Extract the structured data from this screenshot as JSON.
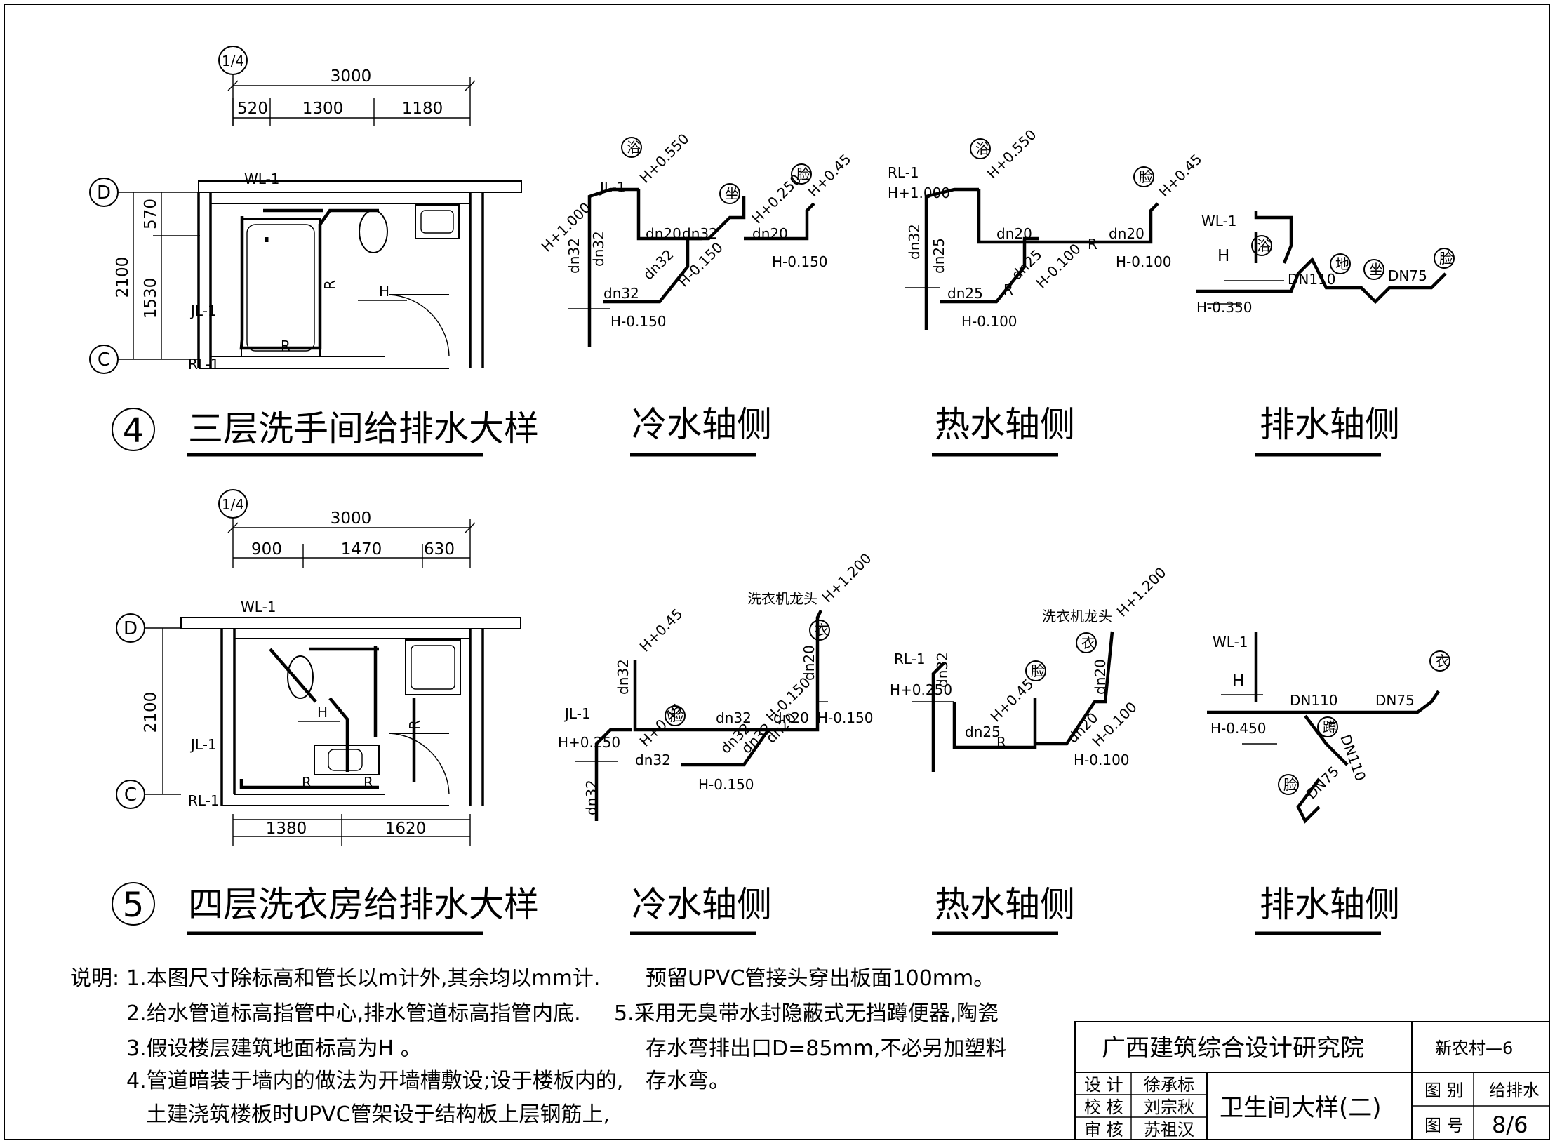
{
  "frame": {},
  "detail4": {
    "grid_label": "1/4",
    "dim_total": "3000",
    "dims_top": [
      "520",
      "1300",
      "1180"
    ],
    "dims_left": [
      "2100",
      "570",
      "1530"
    ],
    "axis_top": "D",
    "axis_bottom": "C",
    "labels": {
      "wl": "WL-1",
      "jl": "JL-1",
      "rl": "RL-1",
      "r1": "R",
      "r2": "R",
      "h": "H"
    },
    "number": "4",
    "title": "三层洗手间给排水大样"
  },
  "iso4_cold": {
    "title": "冷水轴侧",
    "labels": [
      "浴",
      "H+0.550",
      "JL-1",
      "H+1.000",
      "dn32",
      "dn32",
      "dn32",
      "dn20",
      "dn32",
      "dn32",
      "H-0.150",
      "H-0.150",
      "坐",
      "H+0.250",
      "脸",
      "H+0.45",
      "dn20",
      "H-0.150"
    ]
  },
  "iso4_hot": {
    "title": "热水轴侧",
    "labels": [
      "RL-1",
      "H+1.000",
      "浴",
      "H+0.550",
      "dn32",
      "dn25",
      "dn25",
      "dn25",
      "dn20",
      "H-0.100",
      "H-0.100",
      "H-0.100",
      "R",
      "R",
      "dn20",
      "脸",
      "H+0.45"
    ]
  },
  "iso4_drain": {
    "title": "排水轴侧",
    "labels": [
      "WL-1",
      "H",
      "浴",
      "DN110",
      "地",
      "坐",
      "DN75",
      "脸",
      "H-0.350"
    ]
  },
  "detail5": {
    "grid_label": "1/4",
    "dim_total": "3000",
    "dims_top": [
      "900",
      "1470",
      "630"
    ],
    "dims_left": [
      "2100"
    ],
    "dims_bottom": [
      "1380",
      "1620"
    ],
    "axis_top": "D",
    "axis_bottom": "C",
    "labels": {
      "wl": "WL-1",
      "jl": "JL-1",
      "rl": "RL-1",
      "r1": "R",
      "r2": "R",
      "r3": "R",
      "h": "H"
    },
    "number": "5",
    "title": "四层洗衣房给排水大样"
  },
  "iso5_cold": {
    "title": "冷水轴侧",
    "labels": [
      "H+0.45",
      "dn32",
      "JL-1",
      "H+0.250",
      "dn32",
      "dn32",
      "H+0.45",
      "脸",
      "dn32",
      "dn20",
      "dn32",
      "dn32",
      "H-0.150",
      "洗衣机龙头",
      "衣",
      "H+1.200",
      "dn20",
      "H-0.150",
      "dn20",
      "H-0.150"
    ]
  },
  "iso5_hot": {
    "title": "热水轴侧",
    "labels": [
      "RL-1",
      "H+0.250",
      "dn32",
      "dn25",
      "R",
      "H+0.45",
      "脸",
      "洗衣机龙头",
      "衣",
      "H+1.200",
      "dn20",
      "dn20",
      "H-0.100",
      "H-0.100"
    ]
  },
  "iso5_drain": {
    "title": "排水轴侧",
    "labels": [
      "WL-1",
      "H",
      "H-0.450",
      "DN110",
      "DN75",
      "衣",
      "蹲",
      "DN110",
      "脸",
      "DN75"
    ]
  },
  "notes": {
    "heading": "说明:",
    "items": [
      "1.本图尺寸除标高和管长以m计外,其余均以mm计.",
      "2.给水管道标高指管中心,排水管道标高指管内底.",
      "3.假设楼层建筑地面标高为H 。",
      "4.管道暗装于墙内的做法为开墙槽敷设;设于楼板内的,",
      "土建浇筑楼板时UPVC管架设于结构板上层钢筋上,",
      "预留UPVC管接头穿出板面100mm。",
      "5.采用无臭带水封隐蔽式无挡蹲便器,陶瓷",
      "存水弯排出口D=85mm,不必另加塑料",
      "存水弯。"
    ]
  },
  "title_block": {
    "institute": "广西建筑综合设计研究院",
    "project": "新农村—6",
    "roles": [
      "设 计",
      "校 核",
      "审 核"
    ],
    "names": [
      "徐承标",
      "刘宗秋",
      "苏祖汉"
    ],
    "drawing_title": "卫生间大样(二)",
    "category_label": "图 别",
    "category": "给排水",
    "number_label": "图 号",
    "number": "8/6"
  }
}
